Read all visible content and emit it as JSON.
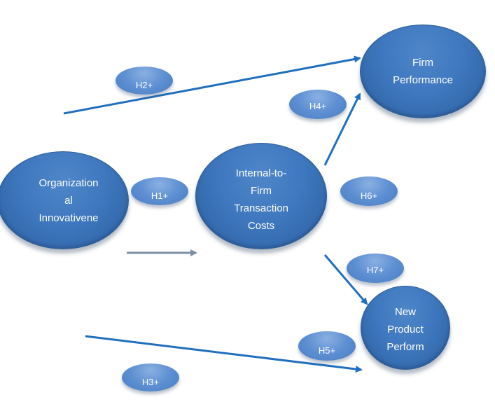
{
  "nodes": {
    "firm_performance": {
      "lines": [
        "Firm",
        "Performance"
      ]
    },
    "organizational_innovativeness": {
      "lines": [
        "Organization",
        "al",
        "Innovativene"
      ]
    },
    "transaction_costs": {
      "lines": [
        "Internal-to-",
        "Firm",
        "Transaction",
        "Costs"
      ]
    },
    "new_product_performance": {
      "lines": [
        "New",
        "Product",
        "Perform"
      ]
    }
  },
  "hypotheses": {
    "h1": "H1+",
    "h2": "H2+",
    "h3": "H3+",
    "h4": "H4+",
    "h5": "H5+",
    "h6": "H6+",
    "h7": "H7+"
  },
  "colors": {
    "arrow_blue": "#1f6fbf",
    "arrow_gray": "#7f8fa6",
    "node_fill": "#3f78bf",
    "badge_fill": "#5d8fd2"
  }
}
